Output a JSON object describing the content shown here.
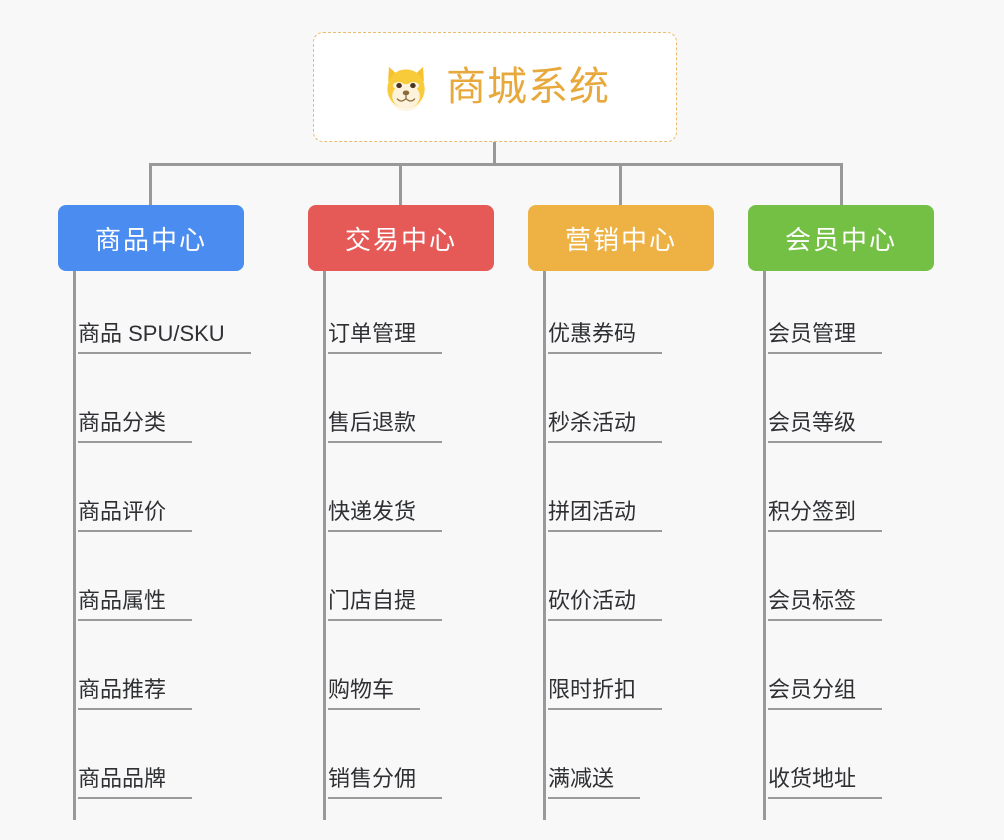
{
  "diagram": {
    "background_color": "#f8f8f8",
    "line_color": "#999999",
    "root": {
      "title": "商城系统",
      "icon": "dog-face-emoji",
      "text_color": "#e8a93c",
      "border_color": "#edb96a",
      "background_color": "#ffffff"
    },
    "columns": [
      {
        "header": "商品中心",
        "color": "#4a8cf0",
        "items": [
          "商品 SPU/SKU",
          "商品分类",
          "商品评价",
          "商品属性",
          "商品推荐",
          "商品品牌"
        ]
      },
      {
        "header": "交易中心",
        "color": "#e55a57",
        "items": [
          "订单管理",
          "售后退款",
          "快递发货",
          "门店自提",
          "购物车",
          "销售分佣"
        ]
      },
      {
        "header": "营销中心",
        "color": "#edb144",
        "items": [
          "优惠券码",
          "秒杀活动",
          "拼团活动",
          "砍价活动",
          "限时折扣",
          "满减送"
        ]
      },
      {
        "header": "会员中心",
        "color": "#74c044",
        "items": [
          "会员管理",
          "会员等级",
          "积分签到",
          "会员标签",
          "会员分组",
          "收货地址"
        ]
      }
    ]
  }
}
